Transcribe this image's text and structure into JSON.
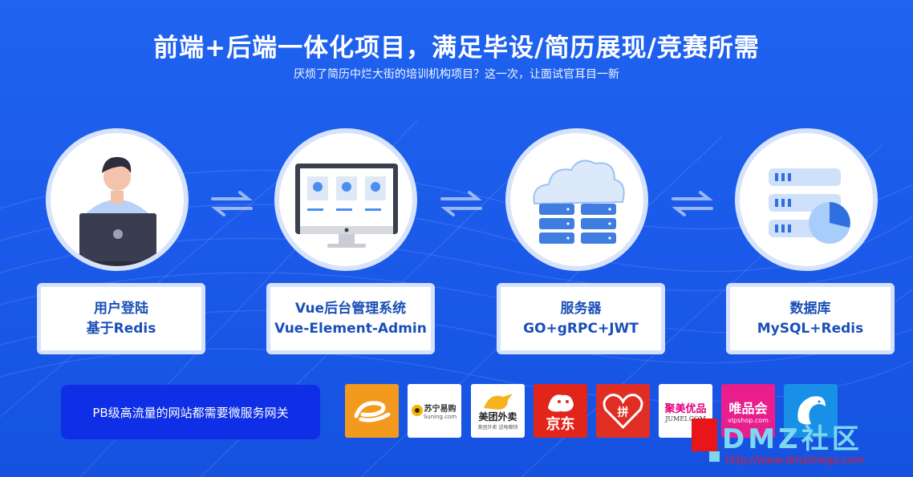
{
  "header": {
    "title": "前端+后端一体化项目，满足毕设/简历展现/竞赛所需",
    "subtitle": "厌烦了简历中烂大街的培训机构项目？这一次，让面试官耳目一新"
  },
  "cards": [
    {
      "line1": "用户登陆",
      "line2": "基于Redis"
    },
    {
      "line1": "Vue后台管理系统",
      "line2": "Vue-Element-Admin"
    },
    {
      "line1": "服务器",
      "line2": "GO+gRPC+JWT"
    },
    {
      "line1": "数据库",
      "line2": "MySQL+Redis"
    }
  ],
  "gateway": {
    "label": "PB级高流量的网站都需要微服务网关"
  },
  "logos": {
    "alibaba": {
      "mark": "e",
      "color": "#f39a1e"
    },
    "suning": {
      "name": "苏宁易购",
      "sub": "Suning.com"
    },
    "meituan": {
      "name": "美团外卖",
      "sub": "美团外卖 送啥都快"
    },
    "jd": {
      "name": "京东",
      "color": "#e1251b"
    },
    "pdd": {
      "mark": "拼",
      "color": "#e02e24"
    },
    "jumei": {
      "name": "聚美优品",
      "sub": "JUMEI.COM"
    },
    "vip": {
      "name": "唯品会",
      "sub": "vipshop.com",
      "color": "#e91e8c"
    },
    "dolphin": {
      "color": "#1890e8"
    }
  },
  "watermark": {
    "text": "DMZ社区",
    "url": "http://www.dmzshequ.com"
  }
}
